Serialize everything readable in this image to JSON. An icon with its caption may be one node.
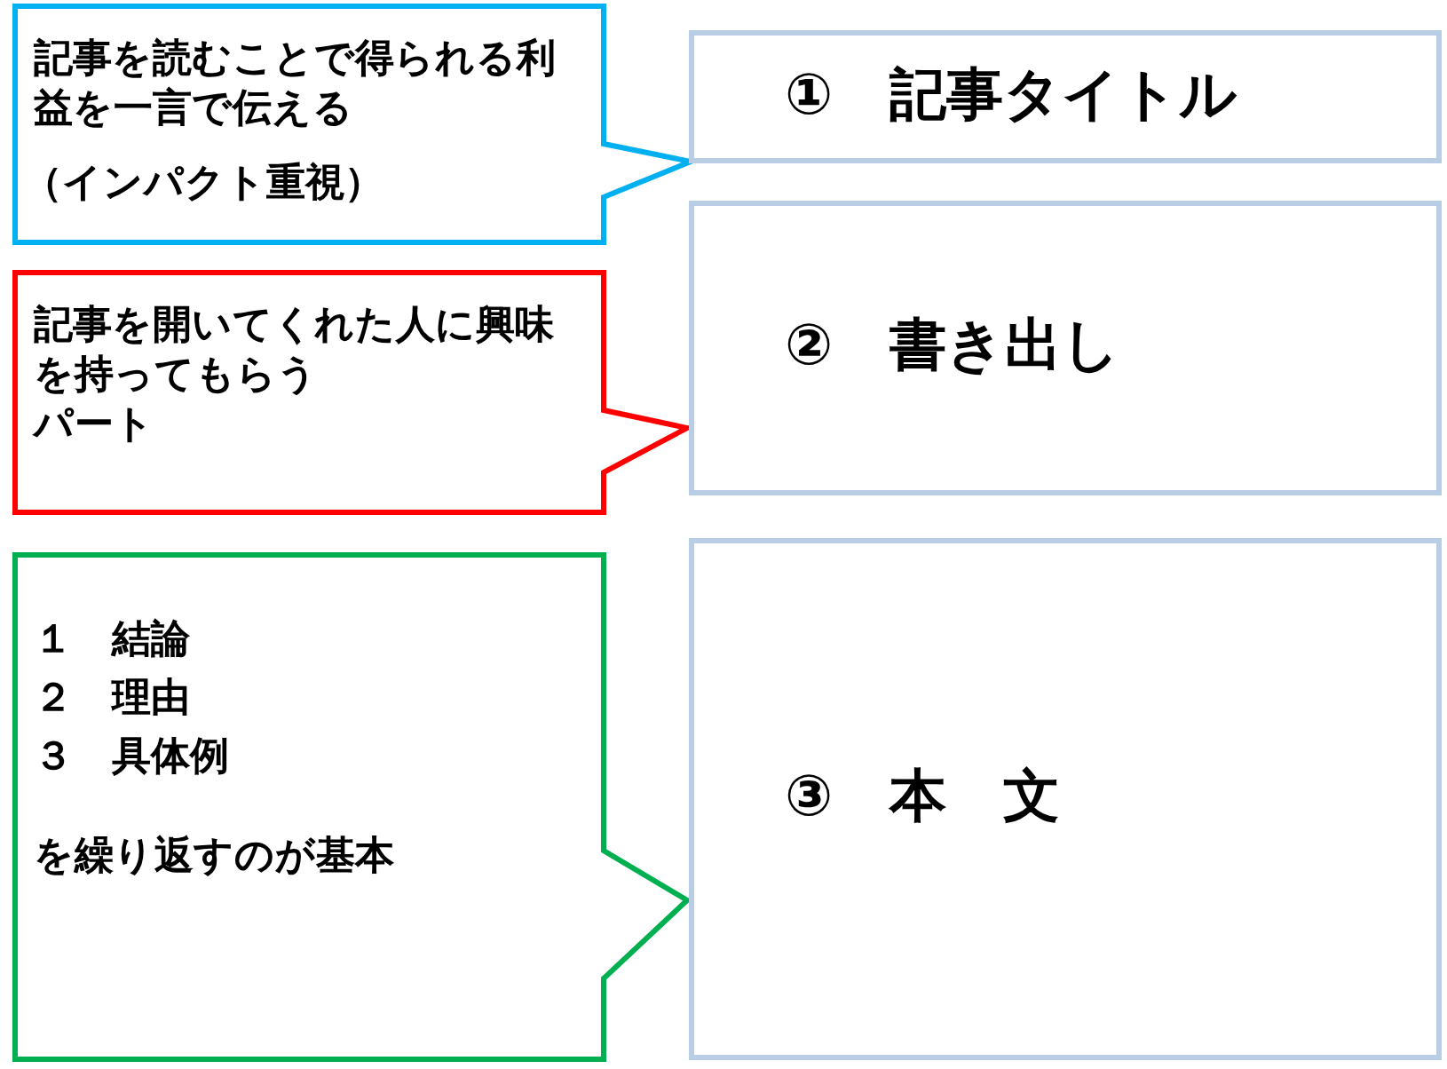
{
  "diagram": {
    "nodes": [
      {
        "text": [
          "記事を読むことで得られる利益を一言で伝える",
          "（インパクト重視）"
        ]
      },
      {
        "text": [
          "記事を開いてくれた人に興味を持ってもらう",
          "パート"
        ]
      },
      {
        "text": [
          "１　結論",
          "２　理由",
          "３　具体例",
          "を繰り返すのが基本"
        ]
      },
      {
        "text": [
          "①　記事タイトル"
        ]
      },
      {
        "text": [
          "②　書き出し"
        ]
      },
      {
        "text": [
          "③　本　文"
        ]
      }
    ]
  }
}
